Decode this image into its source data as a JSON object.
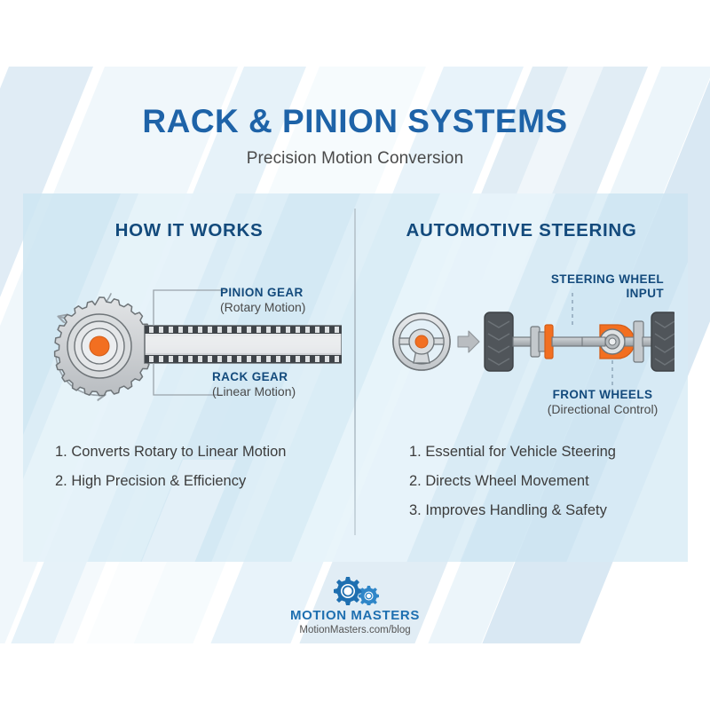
{
  "header": {
    "title": "RACK & PINION SYSTEMS",
    "subtitle": "Precision Motion Conversion"
  },
  "colors": {
    "title_blue": "#1e63a8",
    "heading_blue": "#134a7c",
    "accent_orange": "#f26f21",
    "panel_bg": "#d6eaf5",
    "body_text": "#3c3c3c",
    "metal_gray": "#c9cdd1",
    "tire_dark": "#50555a"
  },
  "panels": {
    "left": {
      "heading": "HOW IT WORKS",
      "labels": [
        {
          "id": "pinion",
          "title": "PINION GEAR",
          "sub": "(Rotary Motion)"
        },
        {
          "id": "rack",
          "title": "RACK GEAR",
          "sub": "(Linear Motion)"
        }
      ],
      "items": [
        {
          "num": "1.",
          "text": "Converts Rotary to Linear Motion"
        },
        {
          "num": "2.",
          "text": "High Precision & Efficiency"
        }
      ]
    },
    "right": {
      "heading": "AUTOMOTIVE STEERING",
      "labels": [
        {
          "id": "steering-wheel-input",
          "line1": "STEERING WHEEL",
          "line2": "INPUT"
        },
        {
          "id": "front-wheels",
          "title": "FRONT WHEELS",
          "sub": "(Directional Control)"
        }
      ],
      "items": [
        {
          "num": "1.",
          "text": "Essential for Vehicle Steering"
        },
        {
          "num": "2.",
          "text": "Directs Wheel Movement"
        },
        {
          "num": "3.",
          "text": "Improves Handling & Safety"
        }
      ]
    }
  },
  "footer": {
    "brand": "MOTION MASTERS",
    "url": "MotionMasters.com/blog"
  }
}
